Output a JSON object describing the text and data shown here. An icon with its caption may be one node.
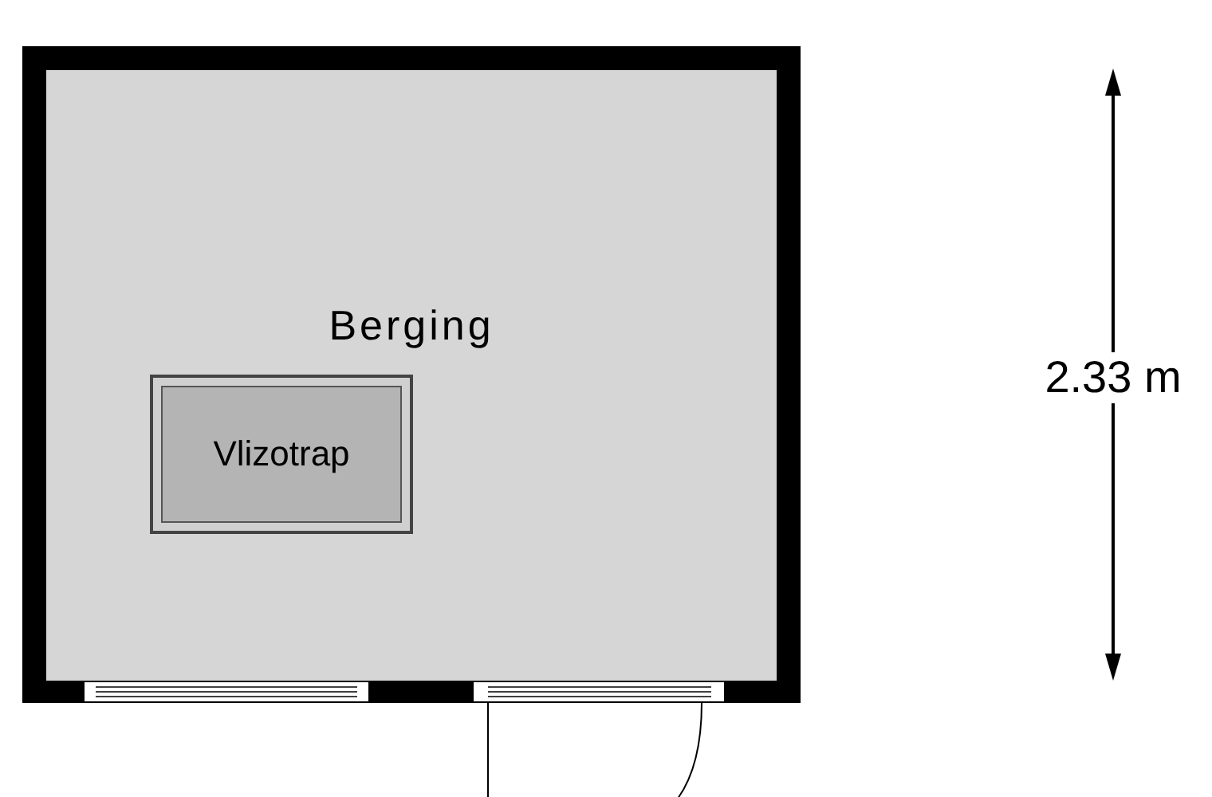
{
  "diagram": {
    "nodes": [
      {
        "text": [
          "Berging"
        ]
      },
      {
        "text": [
          "Vlizotrap"
        ],
        "in": 0
      }
    ],
    "labels": [
      "2.33 m"
    ]
  }
}
